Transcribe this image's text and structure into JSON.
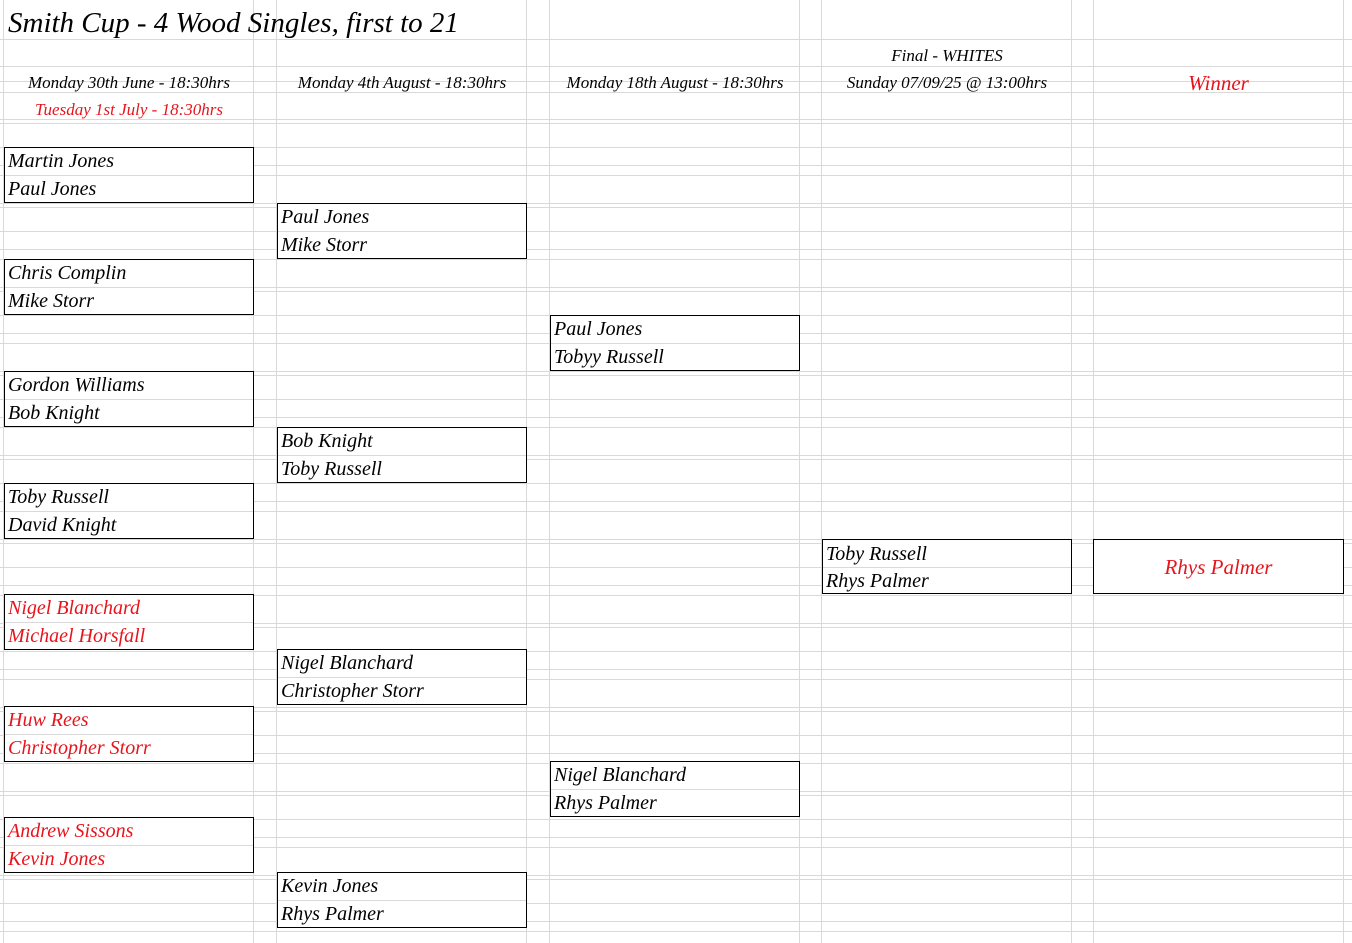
{
  "sheet": {
    "title": "Smith Cup - 4 Wood Singles, first to 21",
    "columns": {
      "round1": {
        "date": "Monday 30th June - 18:30hrs",
        "alt_date": "Tuesday 1st July - 18:30hrs"
      },
      "round2": {
        "date": "Monday 4th August - 18:30hrs"
      },
      "round3": {
        "date": "Monday 18th August - 18:30hrs"
      },
      "final": {
        "label": "Final - WHITES",
        "date": "Sunday 07/09/25 @ 13:00hrs"
      },
      "winner": {
        "label": "Winner"
      }
    }
  },
  "colors": {
    "red": "#e8141c",
    "grid": "#d9d9d9",
    "text": "#000000"
  },
  "round1": [
    {
      "a": "Martin Jones",
      "b": "Paul Jones",
      "red": false
    },
    {
      "a": "Chris Complin",
      "b": "Mike Storr",
      "red": false
    },
    {
      "a": "Gordon Williams",
      "b": "Bob Knight",
      "red": false
    },
    {
      "a": "Toby Russell",
      "b": "David Knight",
      "red": false
    },
    {
      "a": "Nigel Blanchard",
      "b": "Michael Horsfall",
      "red": true
    },
    {
      "a": "Huw Rees",
      "b": "Christopher Storr",
      "red": true
    },
    {
      "a": "Andrew Sissons",
      "b": "Kevin Jones",
      "red": true
    }
  ],
  "round2": [
    {
      "a": "Paul Jones",
      "b": "Mike Storr"
    },
    {
      "a": "Bob Knight",
      "b": "Toby Russell"
    },
    {
      "a": "Nigel Blanchard",
      "b": "Christopher Storr"
    },
    {
      "a": "Kevin Jones",
      "b": "Rhys Palmer"
    }
  ],
  "round3": [
    {
      "a": "Paul Jones",
      "b": "Tobyy Russell"
    },
    {
      "a": "Nigel Blanchard",
      "b": "Rhys Palmer"
    }
  ],
  "final": {
    "a": "Toby Russell",
    "b": "Rhys Palmer"
  },
  "winner": {
    "name": "Rhys Palmer"
  }
}
